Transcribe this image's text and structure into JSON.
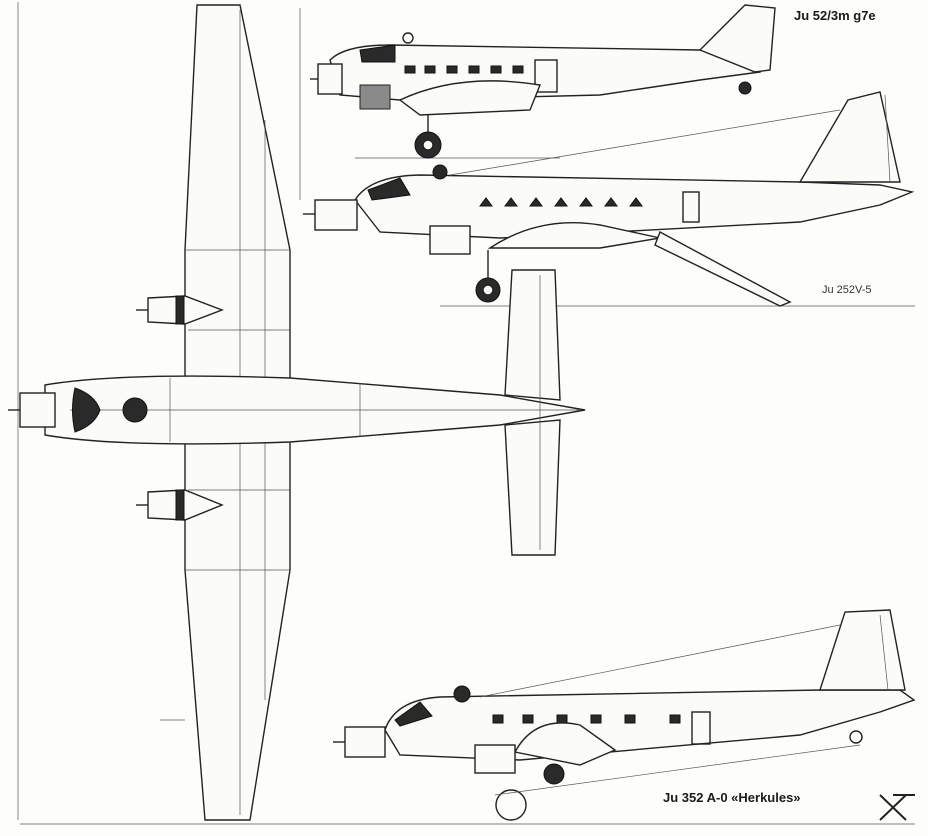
{
  "labels": {
    "ju52": "Ju 52/3m g7e",
    "ju252": "Ju 252V-5",
    "ju352": "Ju 352 A-0 «Herkules»"
  },
  "logo": "XL"
}
